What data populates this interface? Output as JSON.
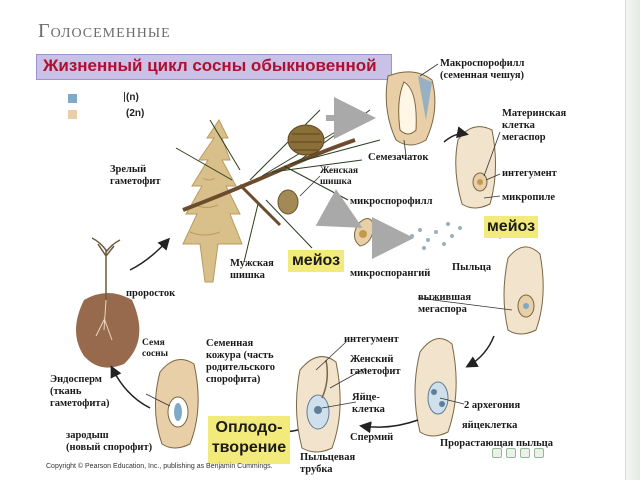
{
  "slide": {
    "title": "Голосеменные"
  },
  "banner": {
    "title": "Жизненный цикл сосны обыкновенной"
  },
  "legend": {
    "items": [
      {
        "label": "(n)",
        "color": "#7fa9c8"
      },
      {
        "label": "(2n)",
        "color": "#e9cfa8"
      }
    ]
  },
  "labels": {
    "macrosporophyll": "Макроспорофилл\n(семенная чешуя)",
    "ovule": "Семезачаток",
    "megaspore_mother_cell": "Материнская\nклетка\nмегаспор",
    "integument_top": "интегумент",
    "micropyle": "микропиле",
    "mature_gametophyte": "Зрелый\nгаметофит",
    "female_cone": "Женская\nшишка",
    "microsporophyll": "микроспорофилл",
    "microsporangium": "микроспорангий",
    "male_cone": "Мужская\nшишка",
    "pollen": "Пыльца",
    "seedling": "проросток",
    "surviving_megaspore": "выжившая\nмегаспора",
    "seed": "Семя\nсосны",
    "seed_coat": "Семенная\nкожура (часть\nродительского\nспорофита)",
    "integument_bottom": "интегумент",
    "female_gametophyte": "Женский\nгаметофит",
    "endosperm": "Эндосперм\n(ткань\nгаметофита)",
    "egg_cell": "Яйце-\nклетка",
    "two_archegonia": "2 архегония",
    "egg_cell_2": "яйцеклетка",
    "embryo": "зародыш\n(новый спорофит)",
    "sperm": "Спермий",
    "germinating_pollen": "Прорастающая пыльца",
    "pollen_tube": "Пыльцевая\nтрубка"
  },
  "highlights": {
    "meiosis_left": "мейоз",
    "meiosis_right": "мейоз",
    "fertilization": "Оплодо-\nтворение"
  },
  "footer": {
    "copyright": "Copyright © Pearson Education, Inc., publishing as Benjamin Cummings."
  },
  "colors": {
    "highlight": "#f2ea7a",
    "banner_bg": "#c9c1e6",
    "banner_text": "#b01030",
    "arrow_gray": "#a9a9a9",
    "arrow_black": "#222222"
  }
}
